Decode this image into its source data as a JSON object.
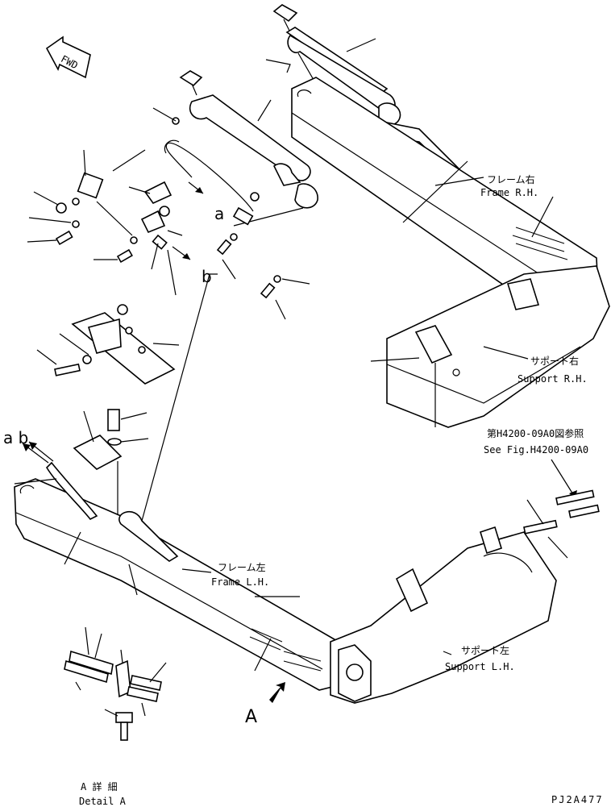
{
  "labels": {
    "frame_rh_jp": "フレーム右",
    "frame_rh_en": "Frame R.H.",
    "frame_lh_jp": "フレーム左",
    "frame_lh_en": "Frame L.H.",
    "support_rh_jp": "サポート右",
    "support_rh_en": "Support R.H.",
    "support_lh_jp": "サポート左",
    "support_lh_en": "Support L.H.",
    "see_fig_jp": "第H4200-09A0図参照",
    "see_fig_en": "See Fig.H4200-09A0",
    "detail_jp": "A 詳 細",
    "detail_en": "Detail A",
    "fwd": "FWD",
    "callout_a": "a",
    "callout_b": "b",
    "callout_ab": "a b",
    "view_a": "A",
    "drawing_code": "PJ2A477"
  }
}
